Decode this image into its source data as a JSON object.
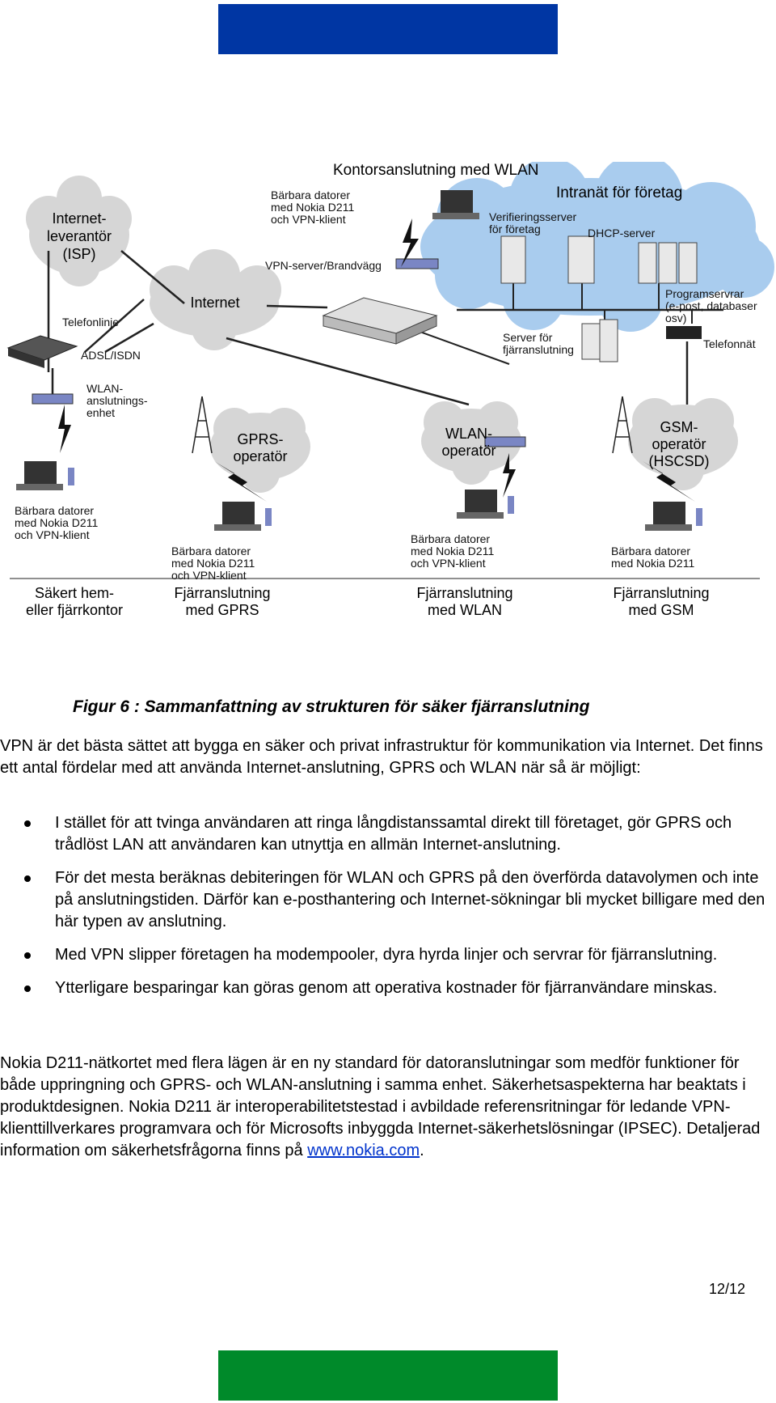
{
  "colors": {
    "top_bar": "#0036a3",
    "bottom_bar": "#008a2a",
    "intranet_cloud": "#a9ccee",
    "cloud": "#d6d6d6",
    "link": "#0033cc"
  },
  "diagram": {
    "title": "Kontorsanslutning med WLAN",
    "intranet": "Intranät för företag",
    "verification_server": [
      "Verifieringsserver",
      "för företag"
    ],
    "dhcp_server": "DHCP-server",
    "program_servers": [
      "Programservrar",
      "(e-post, databaser",
      "osv)"
    ],
    "remote_server": [
      "Server för",
      "fjärranslutning"
    ],
    "telephone_network": "Telefonnät",
    "vpn_server": "VPN-server/Brandvägg",
    "office_laptops": [
      "Bärbara datorer",
      "med Nokia D211",
      "och VPN-klient"
    ],
    "isp": [
      "Internet-",
      "leverantör",
      "(ISP)"
    ],
    "internet": "Internet",
    "phone_line": "Telefonlinje",
    "adsl": "ADSL/ISDN",
    "wlan_unit": [
      "WLAN-",
      "anslutnings-",
      "enhet"
    ],
    "gprs_operator": [
      "GPRS-",
      "operatör"
    ],
    "wlan_operator": [
      "WLAN-",
      "operatör"
    ],
    "gsm_operator": [
      "GSM-",
      "operatör",
      "(HSCSD)"
    ],
    "home_laptops": [
      "Bärbara datorer",
      "med Nokia D211",
      "och VPN-klient"
    ],
    "gprs_laptops": [
      "Bärbara datorer",
      "med Nokia D211",
      "och VPN-klient"
    ],
    "wlan_laptops": [
      "Bärbara datorer",
      "med Nokia D211",
      "och VPN-klient"
    ],
    "gsm_laptops": [
      "Bärbara datorer",
      "med Nokia D211"
    ],
    "bottom_home": [
      "Säkert hem-",
      "eller fjärrkontor"
    ],
    "bottom_gprs": [
      "Fjärranslutning",
      "med GPRS"
    ],
    "bottom_wlan": [
      "Fjärranslutning",
      "med WLAN"
    ],
    "bottom_gsm": [
      "Fjärranslutning",
      "med GSM"
    ]
  },
  "caption": "Figur 6 : Sammanfattning av strukturen för säker fjärranslutning",
  "intro": "VPN är det bästa sättet att bygga en säker och privat infrastruktur för kommunikation via Internet. Det finns ett antal fördelar med att använda Internet-anslutning, GPRS och WLAN när så är möjligt:",
  "bullets": [
    "I stället för att tvinga användaren att ringa långdistanssamtal direkt till företaget, gör GPRS och trådlöst LAN att användaren kan utnyttja en allmän Internet-anslutning.",
    "För det mesta beräknas debiteringen för WLAN och GPRS på den överförda datavolymen och inte på anslutningstiden. Därför kan e-posthantering och Internet-sökningar bli mycket billigare med den här typen av anslutning.",
    "Med VPN slipper företagen ha modempooler, dyra hyrda linjer och servrar för fjärranslutning.",
    "Ytterligare besparingar kan göras genom att operativa kostnader för fjärranvändare minskas."
  ],
  "outro_text": "Nokia D211-nätkortet med flera lägen är en ny standard för datoranslutningar som medför funktioner för både uppringning och GPRS- och WLAN-anslutning i samma enhet. Säkerhetsaspekterna har beaktats i produktdesignen. Nokia D211 är interoperabilitetstestad i avbildade referensritningar för ledande VPN-klienttillverkares programvara och för Microsofts inbyggda Internet-säkerhetslösningar (IPSEC). Detaljerad information om säkerhetsfrågorna finns på ",
  "outro_link": "www.nokia.com",
  "outro_end": ".",
  "page_number": "12/12"
}
